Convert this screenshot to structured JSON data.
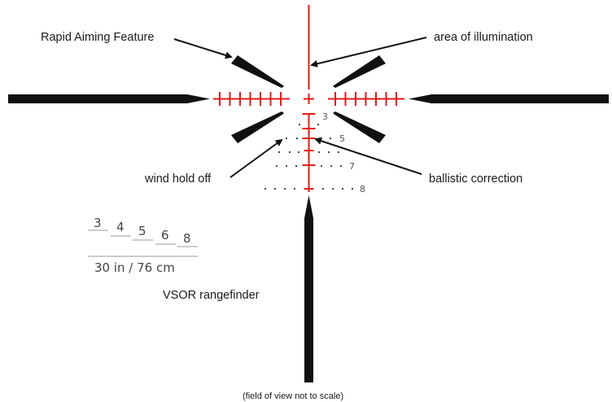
{
  "colors": {
    "reticle_black": "#111111",
    "illumination_red": "#e41b1b",
    "text": "#1a1a1a",
    "dots": "#333333",
    "vsor_line": "#9a9a9a"
  },
  "labels": {
    "rapid_aiming": "Rapid Aiming Feature",
    "illumination": "area of illumination",
    "wind_hold": "wind hold off",
    "ballistic": "ballistic correction",
    "vsor_title": "VSOR rangefinder",
    "footer": "(field of view not to scale)"
  },
  "ballistic_numbers": [
    "3",
    "5",
    "7",
    "8"
  ],
  "vsor": {
    "marks": [
      "3",
      "4",
      "5",
      "6",
      "8"
    ],
    "reference": "30 in / 76 cm"
  }
}
